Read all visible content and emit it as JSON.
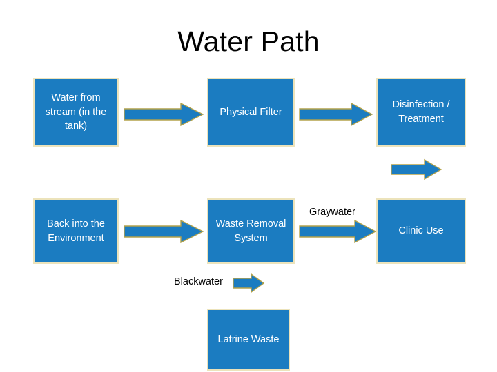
{
  "slide": {
    "title": "Water Path",
    "background_color": "#ffffff",
    "box_fill_color": "#1b7cc1",
    "box_border_color": "#ece3bb",
    "box_text_color": "#ffffff",
    "arrow_fill_color": "#1b7cc1",
    "arrow_outline_color": "#b3a24a",
    "label_text_color": "#000000"
  },
  "diagram": {
    "type": "flowchart",
    "boxes": [
      {
        "id": "water-from-stream",
        "label": "Water from stream (in the tank)",
        "row": 1,
        "col": 1
      },
      {
        "id": "physical-filter",
        "label": "Physical Filter",
        "row": 1,
        "col": 2
      },
      {
        "id": "disinfection-treatment",
        "label": "Disinfection / Treatment",
        "row": 1,
        "col": 3
      },
      {
        "id": "back-into-environment",
        "label": "Back into the Environment",
        "row": 2,
        "col": 1
      },
      {
        "id": "waste-removal-system",
        "label": "Waste Removal System",
        "row": 2,
        "col": 2
      },
      {
        "id": "clinic-use",
        "label": "Clinic Use",
        "row": 2,
        "col": 3
      },
      {
        "id": "latrine-waste",
        "label": "Latrine Waste",
        "row": 3,
        "col": 2
      }
    ],
    "connectors": [
      {
        "id": "stream-to-filter",
        "from": "water-from-stream",
        "to": "physical-filter",
        "direction": "right",
        "label": ""
      },
      {
        "id": "filter-to-disinfection",
        "from": "physical-filter",
        "to": "disinfection-treatment",
        "direction": "right",
        "label": ""
      },
      {
        "id": "disinfection-to-clinic",
        "from": "disinfection-treatment",
        "to": "clinic-use",
        "direction": "right",
        "label": ""
      },
      {
        "id": "clinic-to-waste-removal",
        "from": "clinic-use",
        "to": "waste-removal-system",
        "direction": "right",
        "label": "Graywater"
      },
      {
        "id": "waste-removal-to-environment",
        "from": "waste-removal-system",
        "to": "back-into-environment",
        "direction": "right",
        "label": ""
      },
      {
        "id": "latrine-to-waste-removal",
        "from": "latrine-waste",
        "to": "waste-removal-system",
        "direction": "right",
        "label": "Blackwater"
      }
    ],
    "labels": [
      {
        "id": "graywater-label",
        "text": "Graywater"
      },
      {
        "id": "blackwater-label",
        "text": "Blackwater"
      }
    ]
  }
}
